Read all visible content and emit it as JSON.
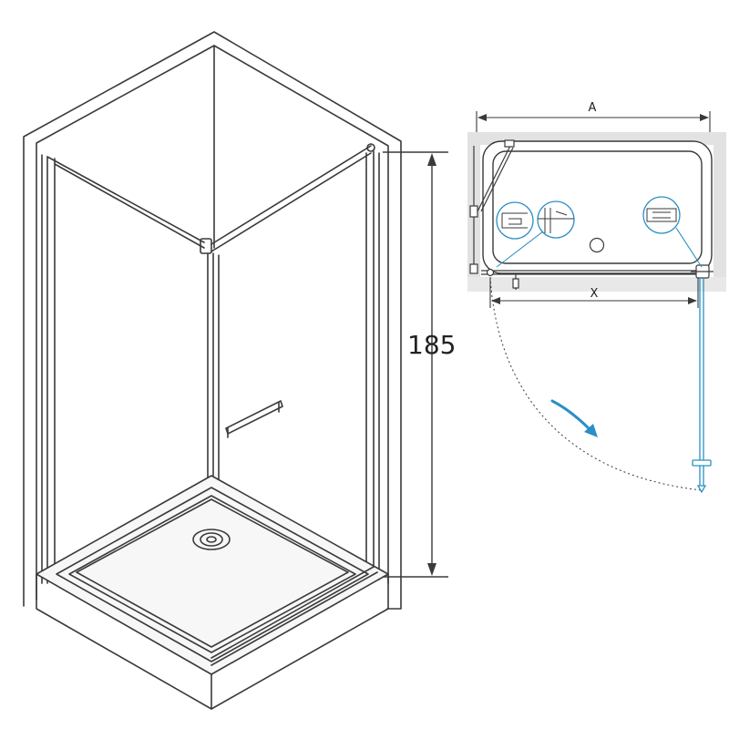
{
  "dimensions": {
    "height_value": "185",
    "width_label_top": "A",
    "width_label_bottom": "X"
  },
  "colors": {
    "line": "#3a3a3a",
    "accent": "#2a8fc4",
    "wall_fill": "#e2e2e2",
    "tray_fill": "#f7f7f7"
  }
}
